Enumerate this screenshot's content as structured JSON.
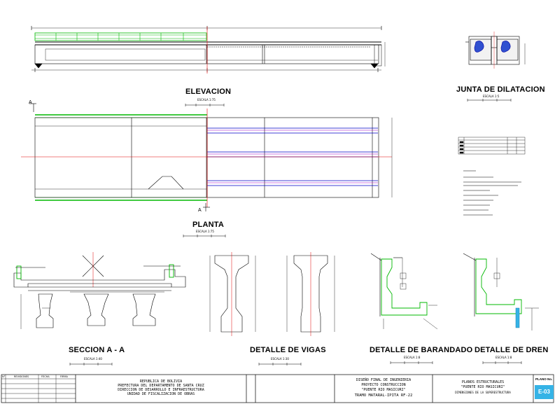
{
  "titles": {
    "elevacion": "ELEVACION",
    "junta": "JUNTA DE DILATACION",
    "planta": "PLANTA",
    "seccion": "SECCION A - A",
    "vigas": "DETALLE DE VIGAS",
    "barandado": "DETALLE DE BARANDADO",
    "dren": "DETALLE DE DREN"
  },
  "scales": {
    "elevacion": "ESCALA 1:75",
    "junta": "ESCALA 1:5",
    "planta": "ESCALA 1:75",
    "seccion": "ESCALA 1:40",
    "vigas": "ESCALA 1:30",
    "barandado": "ESCALA 1:8",
    "dren": "ESCALA 1:8"
  },
  "section_marks": {
    "top": "A",
    "bottom": "A"
  },
  "title_block": {
    "col_headers": [
      "N°",
      "REVISIONES",
      "FECHA",
      "FIRMA"
    ],
    "institution": [
      "REPUBLICA DE BOLIVIA",
      "PREFECTURA DEL DEPARTAMENTO DE SANTA CRUZ",
      "DIRECCION DE DESARROLLO E INFRAESTRUCTURA",
      "UNIDAD DE FISCALIZACION DE OBRAS"
    ],
    "project": [
      "DISEÑO FINAL DE INGENIERIA",
      "PROYECTO CONSTRUCCION",
      "\"PUENTE RIO MASICURI\"",
      "TRAMO MATARAL-IPITA RF-22"
    ],
    "plans": [
      "PLANOS ESTRUCTURALES",
      "\"PUENTE RIO MASICURI\"",
      "DIMENSIONES DE LA SUPERESTRUCTURA"
    ],
    "sheet_label": "PLANO No.",
    "sheet_number": "E-03"
  },
  "colors": {
    "line": "#000000",
    "railing": "#00b800",
    "axis": "#e00000",
    "girder": "#0000c8",
    "girder2": "#9a00c8",
    "accent": "#35b3e6"
  }
}
